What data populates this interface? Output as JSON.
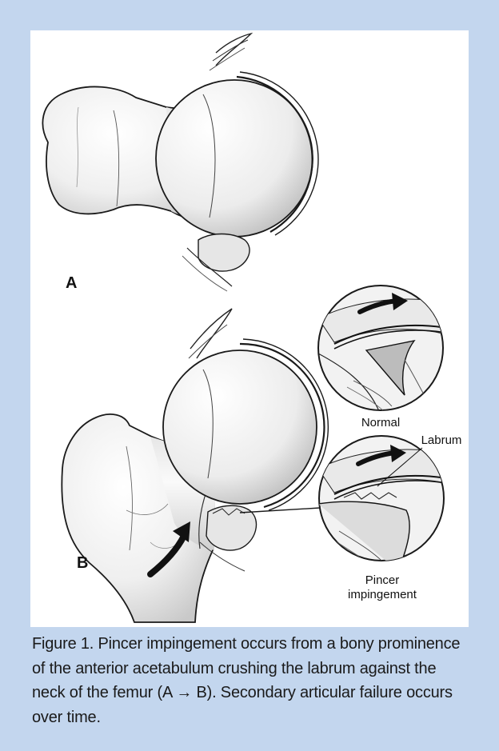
{
  "figure": {
    "panel_a_label": "A",
    "panel_b_label": "B",
    "callout_normal": "Normal",
    "callout_labrum": "Labrum",
    "callout_pincer_line1": "Pincer",
    "callout_pincer_line2": "impingement",
    "caption": "Figure 1. Pincer impingement occurs from a bony prominence of the anterior acetabulum crushing the labrum against the neck of the femur (A → B). Secondary articular failure occurs over time."
  },
  "colors": {
    "border": "#c3d6ee",
    "panel": "#ffffff",
    "ink": "#111111",
    "bone": "#ececec",
    "shadow": "#bdbdbd"
  }
}
